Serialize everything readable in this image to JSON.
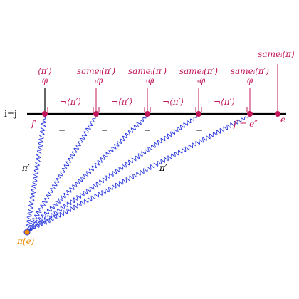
{
  "diagram": {
    "row_label": "i=j",
    "colors": {
      "event": "#c2185b",
      "wave": "#2233dd",
      "origin": "#ef8a00",
      "timeline": "#000000"
    },
    "top_labels": [
      {
        "line1": "⟨π′⟩",
        "line2": "φ"
      },
      {
        "line1": "sameᵢ(π′)",
        "line2": "¬φ"
      },
      {
        "line1": "sameᵢ(π′)",
        "line2": "¬φ"
      },
      {
        "line1": "sameᵢ(π′)",
        "line2": "¬φ"
      },
      {
        "line1": "sameᵢ(π′)",
        "line2": "φ"
      },
      {
        "line1": "sameᵢ(π)",
        "line2": ""
      }
    ],
    "interval_labels": [
      "¬⟨π′⟩",
      "¬⟨π′⟩",
      "¬⟨π′⟩",
      "¬⟨π′⟩"
    ],
    "equals_signs": [
      "=",
      "=",
      "=",
      "="
    ],
    "event_labels": {
      "first": "f′",
      "fifth": "f = e″",
      "last": "e"
    },
    "wave_labels": {
      "left": "π′",
      "middle": "π′"
    },
    "origin_label": "π(e)"
  }
}
